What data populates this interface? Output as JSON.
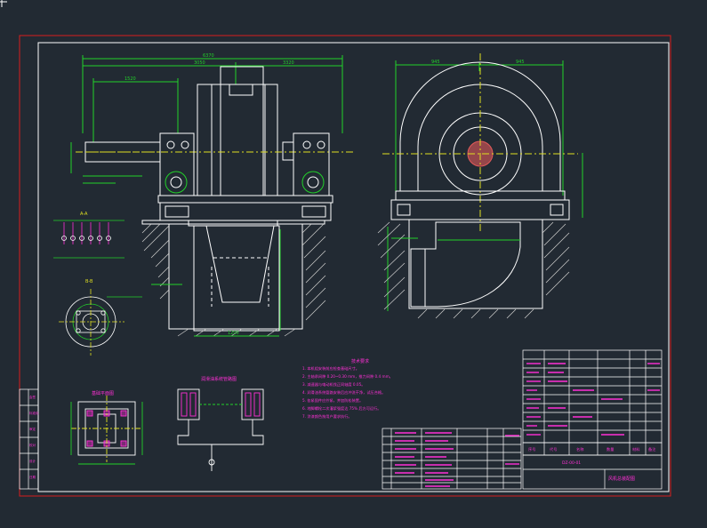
{
  "colors": {
    "background": "#222a33",
    "frame": "#d81e1e",
    "outline": "#ffffff",
    "dimension": "#22d12a",
    "centerline": "#e0e020",
    "text_magenta": "#ff2fd6",
    "hatch": "#cfcfcf",
    "shaft_hole": "#e25a5a"
  },
  "dimensions": {
    "top_overall": "6370",
    "top_left": "3050",
    "top_right": "3320",
    "shaft_len": "1520",
    "side_left": "945",
    "side_right": "945",
    "pit_depth": "1200"
  },
  "views": {
    "section_a": "A-A",
    "section_b": "B-B",
    "foundation": "基础平面图",
    "piping": "润滑油系统管路图"
  },
  "notes": {
    "title": "技术要求",
    "lines": [
      "1. 本机组安装前应检查基础尺寸。",
      "2. 主轴承间隙 0.20~0.30 mm，推力间隙 0.4 mm。",
      "3. 减速器与电动机找正同轴度 0.05。",
      "4. 润滑油系统管路安装后应冲洗干净，试压合格。",
      "5. 各紧固件应拧紧，并加防松装置。",
      "6. 地脚螺栓二次灌浆强度达 75% 后方可运行。",
      "7. 涂漆颜色按用户要求执行。"
    ]
  },
  "title_block": {
    "drawing_name": "风机总装配图",
    "drawing_no": "DZ-00-01",
    "cols": [
      "序号",
      "代号",
      "名称",
      "数量",
      "材料",
      "备注"
    ]
  },
  "left_table": {
    "rows": [
      "会签",
      "标准化",
      "审定",
      "校对",
      "设计",
      "日期"
    ]
  }
}
